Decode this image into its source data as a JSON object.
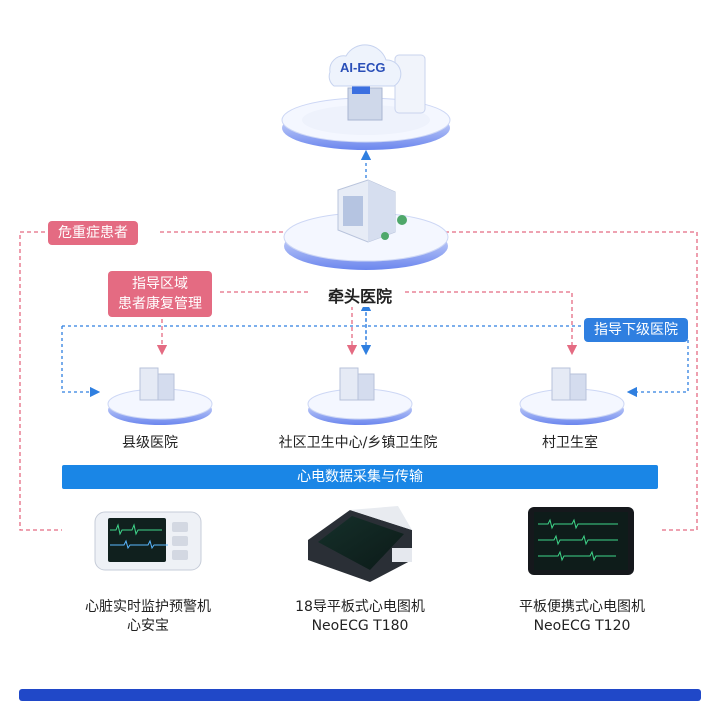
{
  "cloud": {
    "label": "AI-ECG"
  },
  "hub": {
    "name": "牵头医院"
  },
  "tags": {
    "critical": "危重症患者",
    "guide_region_line1": "指导区域",
    "guide_region_line2": "患者康复管理",
    "guide_lower": "指导下级医院"
  },
  "hospitals": [
    {
      "name": "县级医院"
    },
    {
      "name": "社区卫生中心/乡镇卫生院"
    },
    {
      "name": "村卫生室"
    }
  ],
  "band": {
    "label": "心电数据采集与传输"
  },
  "devices": [
    {
      "line1": "心脏实时监护预警机",
      "line2": "心安宝"
    },
    {
      "line1": "18导平板式心电图机",
      "line2": "NeoECG T180"
    },
    {
      "line1": "平板便携式心电图机",
      "line2": "NeoECG T120"
    }
  ],
  "colors": {
    "red": "#e46b82",
    "blue": "#2f7fe0",
    "band": "#1a86e6",
    "bar": "#2048c8"
  }
}
